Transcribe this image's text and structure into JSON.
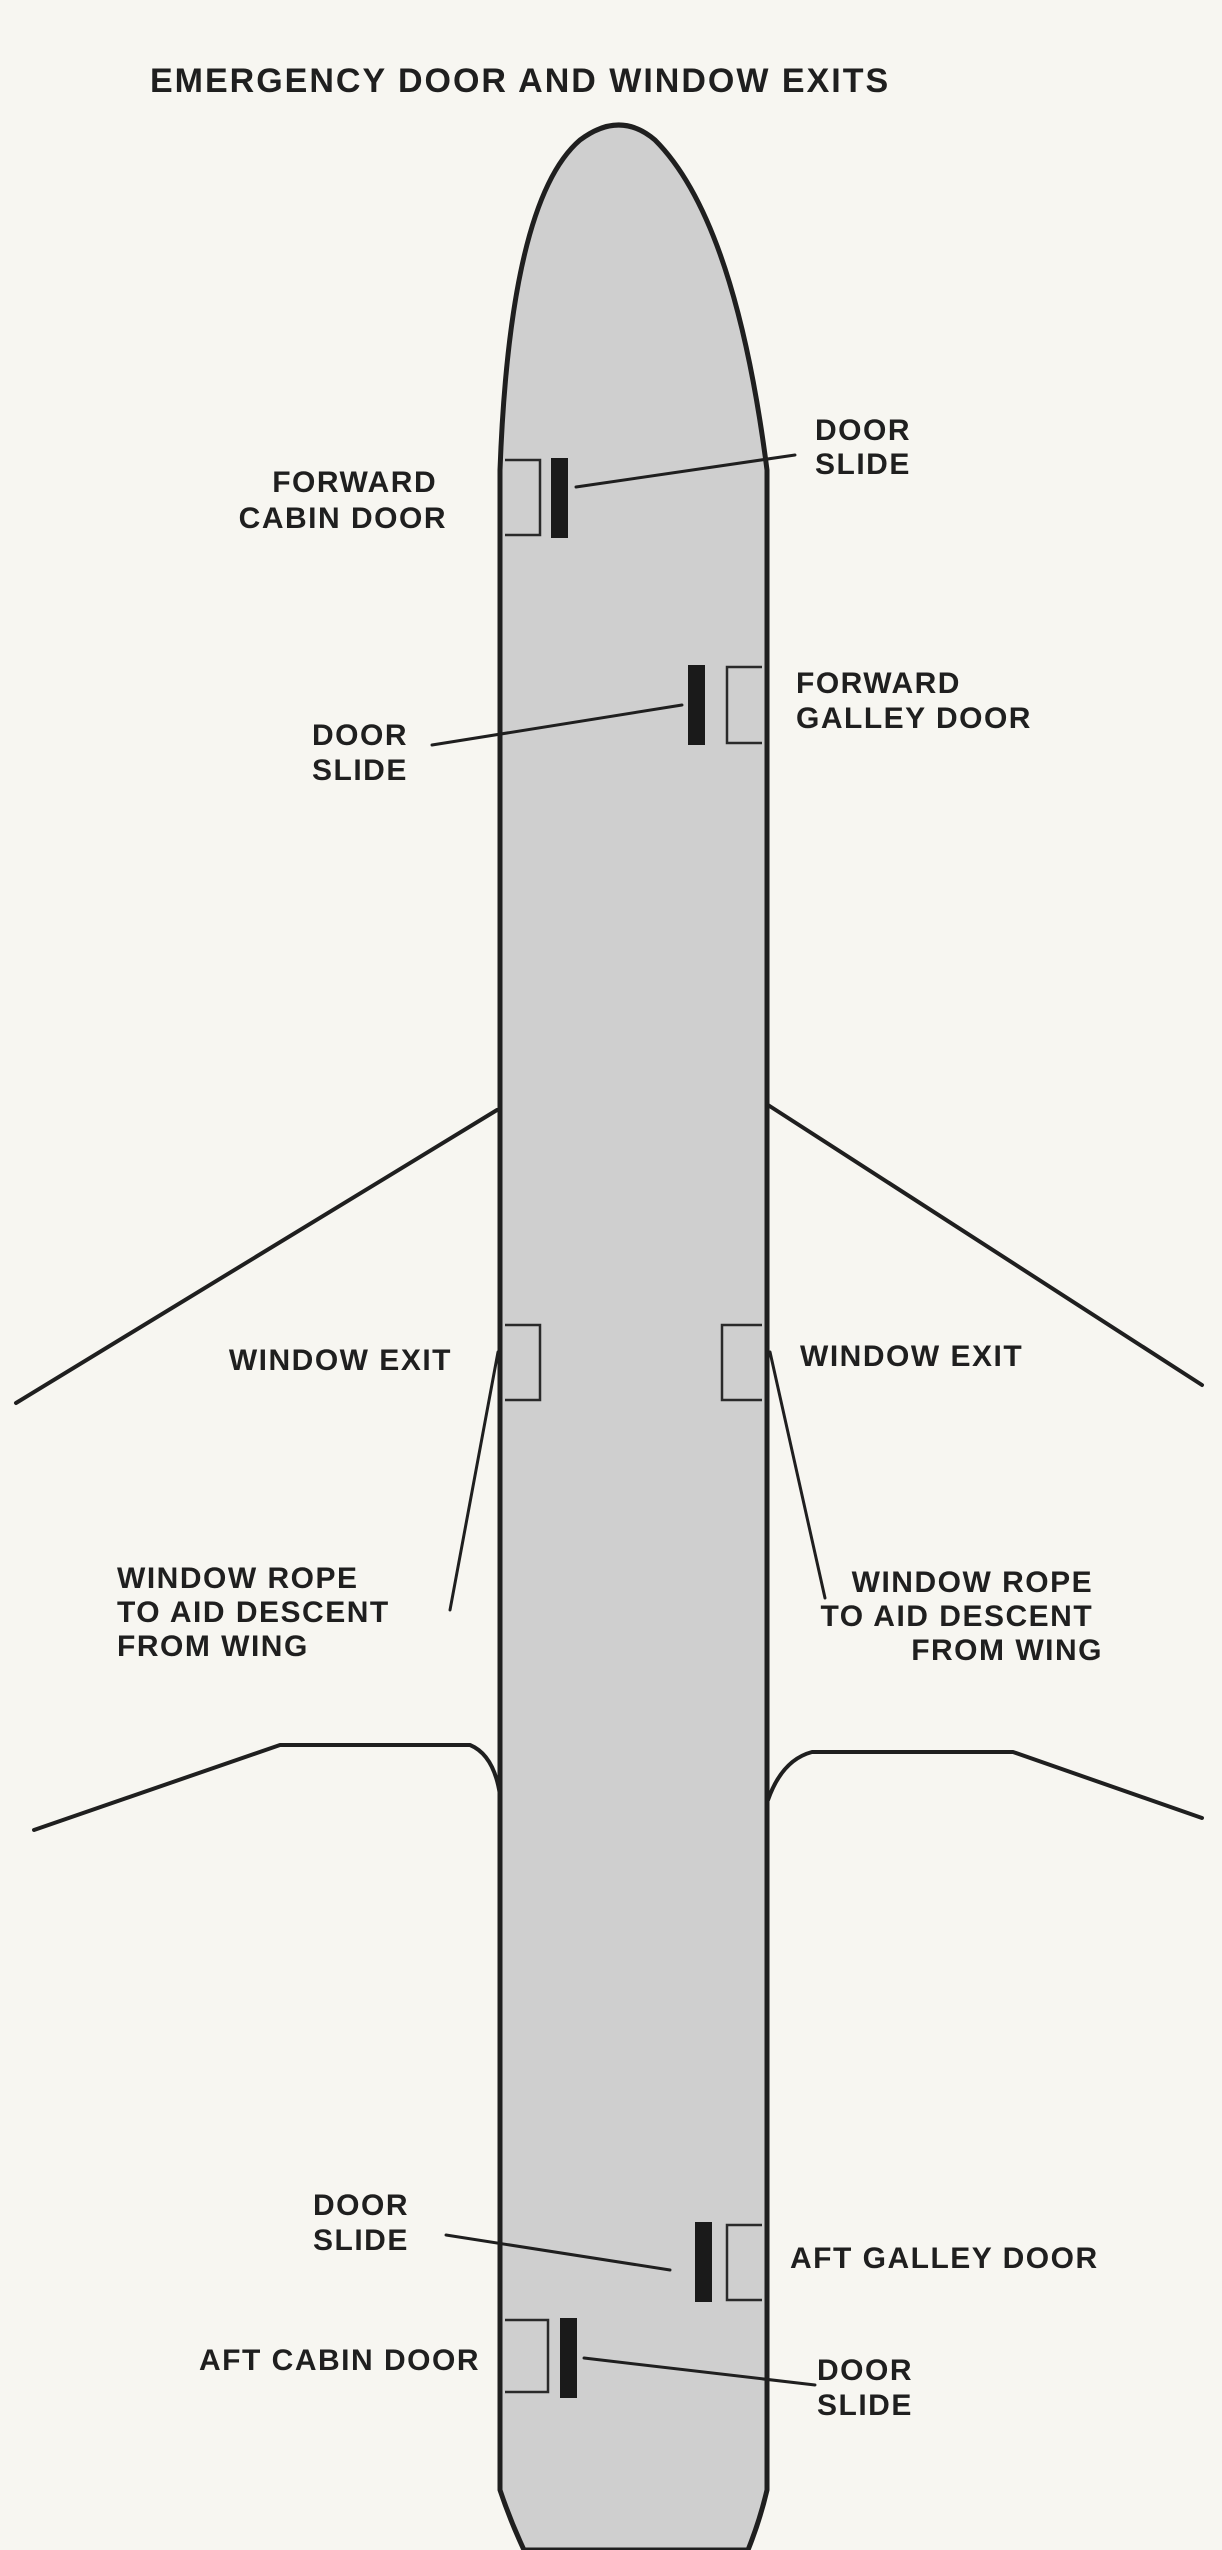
{
  "title": "EMERGENCY DOOR AND WINDOW EXITS",
  "labels": {
    "forward_cabin_door": [
      "FORWARD",
      "CABIN DOOR"
    ],
    "door_slide_forward_left": [
      "DOOR",
      "SLIDE"
    ],
    "forward_galley_door": [
      "FORWARD",
      "GALLEY DOOR"
    ],
    "door_slide_forward_right": [
      "DOOR",
      "SLIDE"
    ],
    "window_exit_left": "WINDOW EXIT",
    "window_exit_right": "WINDOW EXIT",
    "window_rope_left": [
      "WINDOW ROPE",
      "TO AID DESCENT",
      "FROM WING"
    ],
    "window_rope_right": [
      "WINDOW ROPE",
      "TO AID DESCENT",
      "FROM WING"
    ],
    "door_slide_aft_upper": [
      "DOOR",
      "SLIDE"
    ],
    "aft_galley_door": "AFT GALLEY DOOR",
    "aft_cabin_door": "AFT CABIN DOOR",
    "door_slide_aft_lower": [
      "DOOR",
      "SLIDE"
    ]
  },
  "colors": {
    "fuselage_fill": "#cfcfcf",
    "ink": "#1f1f1f",
    "paper": "#f7f6f1"
  }
}
